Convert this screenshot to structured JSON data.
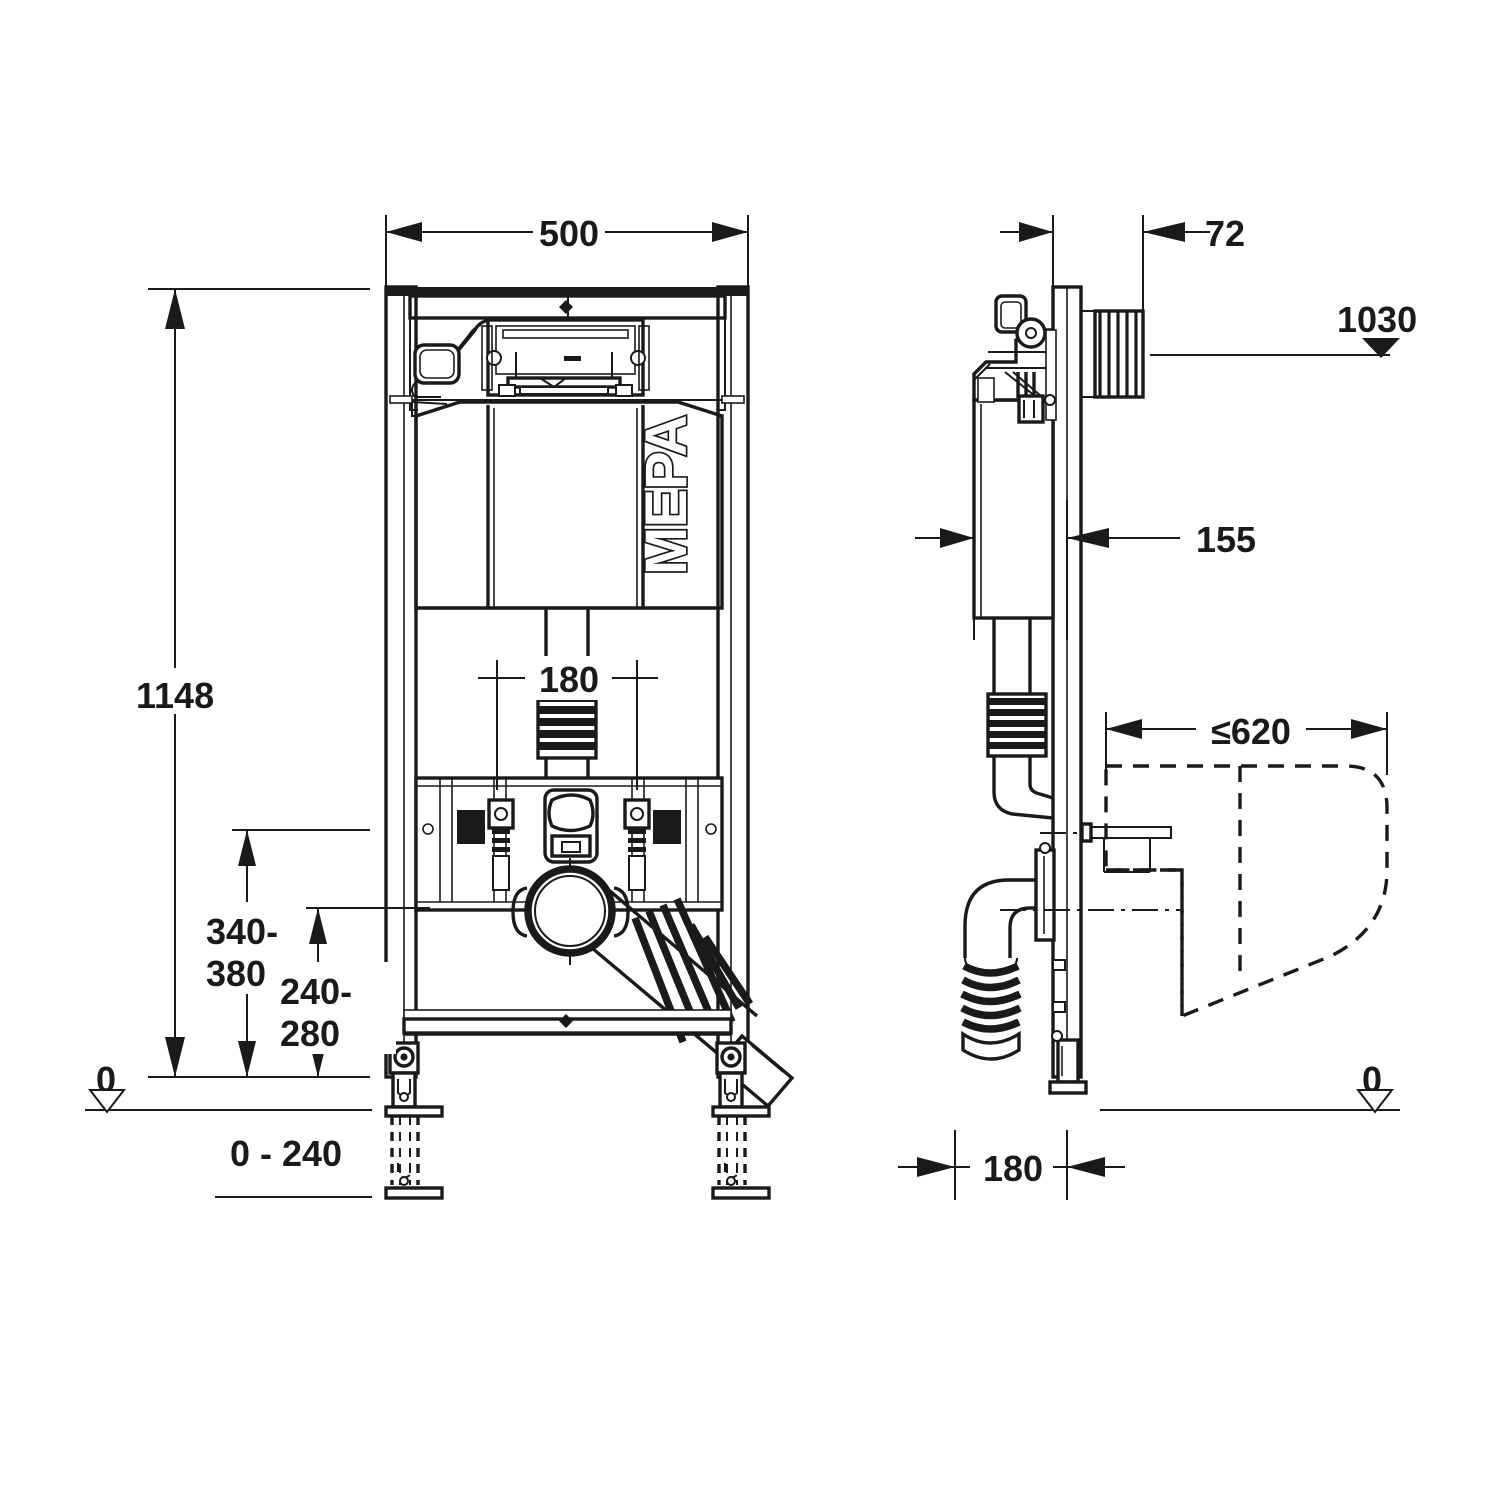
{
  "drawing": {
    "title": "MEPA WC installation frame — front elevation and side elevation",
    "brand_logo": "MEPA",
    "units": "mm",
    "line_color": "#1a1a1a",
    "background": "#ffffff"
  },
  "front_view": {
    "name": "front-elevation",
    "dimensions": {
      "overall_width": "500",
      "overall_height": "1148",
      "flush_pipe_width": "180",
      "wc_fixing_height": "340-\n380",
      "outlet_height": "240-\n280",
      "foot_adjust_range": "0 - 240",
      "datum": "0"
    },
    "labels": {
      "width_500": "500",
      "height_1148": "1148",
      "pipe_180": "180",
      "fix_340_380_line1": "340-",
      "fix_340_380_line2": "380",
      "out_240_280_line1": "240-",
      "out_240_280_line2": "280",
      "foot_0_240": "0 - 240",
      "datum_zero": "0"
    }
  },
  "side_view": {
    "name": "side-elevation",
    "labels": {
      "plate_depth_72": "72",
      "flushplate_height_1030": "1030",
      "cistern_depth_155": "155",
      "bowl_projection_620": "≤620",
      "outlet_offset_180": "180",
      "datum_zero": "0"
    },
    "dimensions": {
      "plate_depth": "72",
      "flush_plate_height": "1030",
      "cistern_depth": "155",
      "bowl_projection": "≤620",
      "outlet_offset": "180",
      "datum": "0"
    }
  }
}
